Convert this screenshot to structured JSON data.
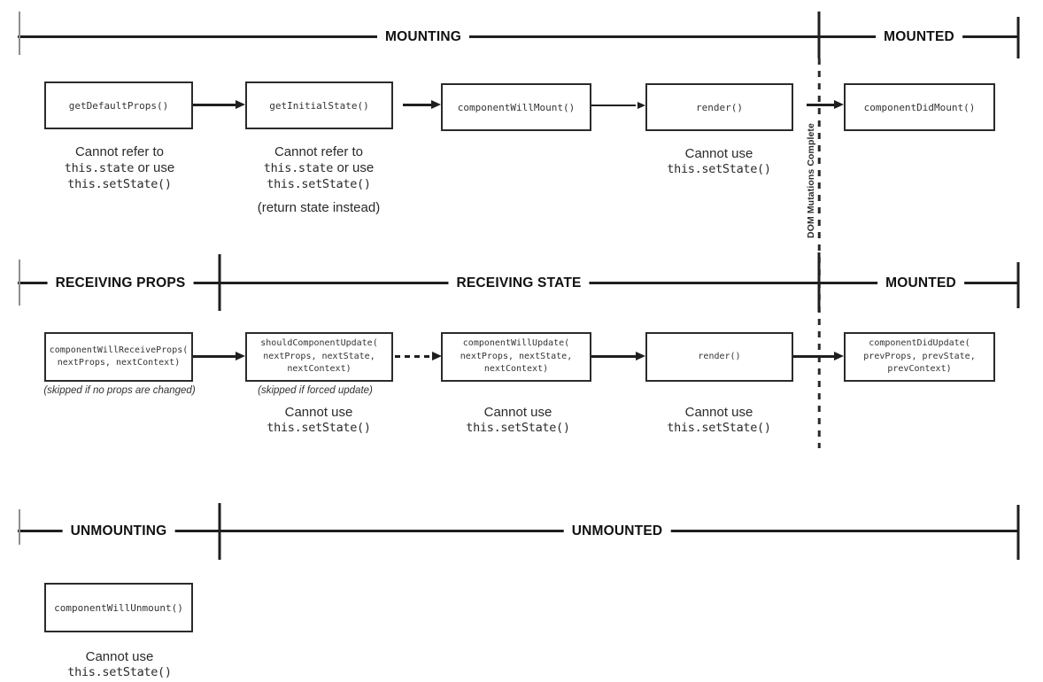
{
  "colors": {
    "ink": "#1f1f1f",
    "background": "#ffffff"
  },
  "dom_divider": {
    "label": "DOM Mutations Complete"
  },
  "timelines": {
    "mounting": {
      "phase1": "MOUNTING",
      "phase2": "MOUNTED"
    },
    "updating": {
      "phase1": "RECEIVING PROPS",
      "phase2": "RECEIVING STATE",
      "phase3": "MOUNTED"
    },
    "unmounting": {
      "phase1": "UNMOUNTING",
      "phase2": "UNMOUNTED"
    }
  },
  "mounting_row": {
    "boxes": {
      "get_default_props": "getDefaultProps()",
      "get_initial_state": "getInitialState()",
      "component_will_mount": "componentWillMount()",
      "render": "render()",
      "component_did_mount": "componentDidMount()"
    },
    "note_get_default_props": {
      "line1": "Cannot refer to",
      "line2_code": "this.state",
      "line2_text": "or use",
      "line3": "this.setState()"
    },
    "note_get_initial_state": {
      "line1": "Cannot refer to",
      "line2_code": "this.state",
      "line2_text": "or use",
      "line3": "this.setState()",
      "line4": "(return state instead)"
    },
    "note_render": {
      "line1": "Cannot use",
      "line2": "this.setState()"
    }
  },
  "updating_row": {
    "boxes": {
      "component_will_receive_props": {
        "line1": "componentWillReceiveProps(",
        "line2": "nextProps, nextContext)"
      },
      "should_component_update": {
        "line1": "shouldComponentUpdate(",
        "line2": "nextProps, nextState,",
        "line3": "nextContext)"
      },
      "component_will_update": {
        "line1": "componentWillUpdate(",
        "line2": "nextProps, nextState,",
        "line3": "nextContext)"
      },
      "render": {
        "line1": "render()"
      },
      "component_did_update": {
        "line1": "componentDidUpdate(",
        "line2": "prevProps, prevState,",
        "line3": "prevContext)"
      }
    },
    "skip_note_receive_props": "(skipped if no props are changed)",
    "skip_note_should_update": "(skipped if forced update)",
    "cannot_use_note": {
      "line1": "Cannot use",
      "line2": "this.setState()"
    }
  },
  "unmounting_row": {
    "boxes": {
      "component_will_unmount": "componentWillUnmount()"
    },
    "note": {
      "line1": "Cannot use",
      "line2": "this.setState()"
    }
  }
}
